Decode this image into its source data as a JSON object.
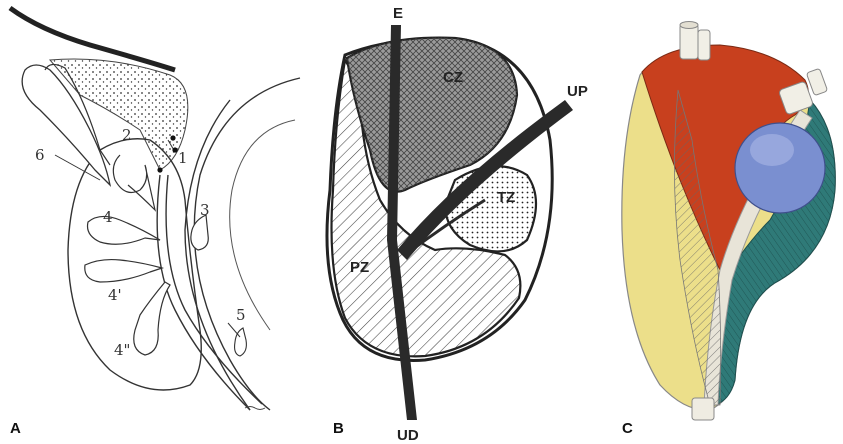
{
  "panels": {
    "a": {
      "label": "A",
      "numbers": [
        "6",
        "2",
        "1",
        "3",
        "4",
        "4'",
        "4\"",
        "5"
      ]
    },
    "b": {
      "label": "B",
      "zones": {
        "cz": "CZ",
        "tz": "TZ",
        "pz": "PZ"
      },
      "ducts": {
        "e": "E",
        "up": "UP",
        "ud": "UD"
      }
    },
    "c": {
      "label": "C",
      "colors": {
        "red": "#c8401e",
        "blue": "#7a8fd0",
        "teal": "#2f7a78",
        "yellow": "#ecdf8a"
      }
    }
  }
}
